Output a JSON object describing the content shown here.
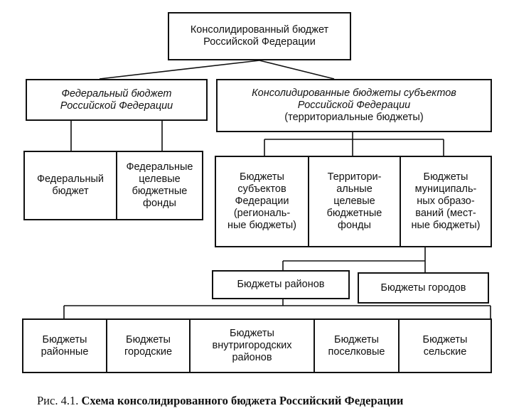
{
  "nodes": {
    "consolidated_budget_rf": [
      "Консолидированный бюджет",
      "Российской Федерации"
    ],
    "federal_budget_rf": [
      "Федеральный бюджет",
      "Российской Федерации"
    ],
    "consolidated_budgets_subjects": [
      "Консолидированные бюджеты субъектов",
      "Российской Федерации",
      "(территориальные бюджеты)"
    ],
    "federal_budget": [
      "Федеральный",
      "бюджет"
    ],
    "federal_target_funds": [
      "Федеральные",
      "целевые",
      "бюджетные",
      "фонды"
    ],
    "subject_budgets": [
      "Бюджеты",
      "субъектов",
      "Федерации",
      "(региональ-",
      "ные бюджеты)"
    ],
    "territorial_target_funds": [
      "Территори-",
      "альные",
      "целевые",
      "бюджетные",
      "фонды"
    ],
    "municipal_budgets": [
      "Бюджеты",
      "муниципаль-",
      "ных образо-",
      "ваний (мест-",
      "ные бюджеты)"
    ],
    "district_budgets": [
      "Бюджеты районов"
    ],
    "city_budgets": [
      "Бюджеты городов"
    ],
    "rayon_budgets": [
      "Бюджеты",
      "районные"
    ],
    "urban_budgets": [
      "Бюджеты",
      "городские"
    ],
    "intracity_district_budgets": [
      "Бюджеты",
      "внутригородских",
      "районов"
    ],
    "settlement_budgets": [
      "Бюджеты",
      "поселковые"
    ],
    "rural_budgets": [
      "Бюджеты",
      "сельские"
    ]
  },
  "caption": {
    "prefix": "Рис. 4.1.",
    "title": "Схема консолидированного бюджета Российский Федерации"
  }
}
